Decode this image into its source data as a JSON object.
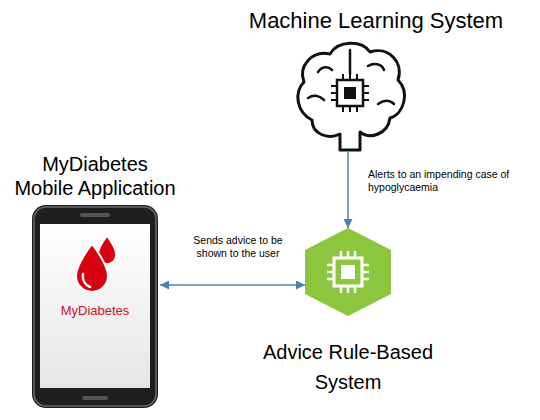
{
  "diagram": {
    "nodes": [
      {
        "text": [
          "Machine Learning System"
        ]
      },
      {
        "text": [
          "MyDiabetes Mobile Application",
          "MyDiabetes"
        ]
      },
      {
        "text": [
          "Advice Rule-Based System"
        ]
      }
    ],
    "edges": [
      {
        "from": 0,
        "to": 2,
        "arrow": "to",
        "label": "Alerts to an impending case of hypoglycaemia"
      },
      {
        "from": 1,
        "to": 2,
        "arrow": "both",
        "label": "Sends advice to be shown to the user"
      }
    ]
  }
}
